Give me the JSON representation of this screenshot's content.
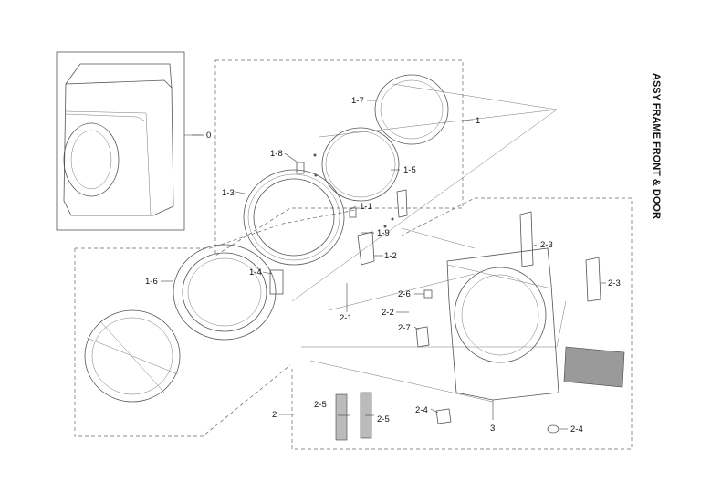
{
  "title": "ASSY FRAME FRONT & DOOR",
  "labels": {
    "l0": "0",
    "l1": "1",
    "l1_1": "1-1",
    "l1_2": "1-2",
    "l1_3": "1-3",
    "l1_4": "1-4",
    "l1_5": "1-5",
    "l1_6": "1-6",
    "l1_7": "1-7",
    "l1_8": "1-8",
    "l1_9": "1-9",
    "l2": "2",
    "l2_1": "2-1",
    "l2_2": "2-2",
    "l2_3a": "2-3",
    "l2_3b": "2-3",
    "l2_4a": "2-4",
    "l2_4b": "2-4",
    "l2_5a": "2-5",
    "l2_5b": "2-5",
    "l2_6": "2-6",
    "l2_7": "2-7",
    "l3": "3"
  }
}
